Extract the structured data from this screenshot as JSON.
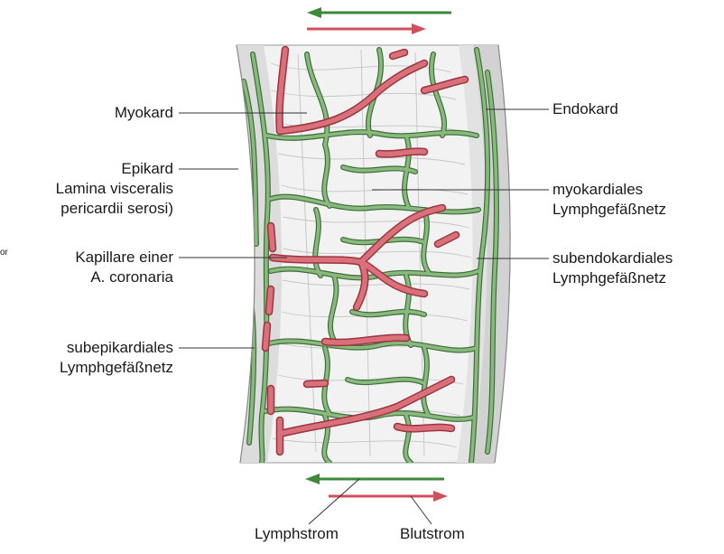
{
  "labels": {
    "myokard": "Myokard",
    "epikard_1": "Epikard",
    "epikard_2": "Lamina visceralis",
    "epikard_3": "pericardii serosi)",
    "kapillare_1": "Kapillare einer",
    "kapillare_2": "A. coronaria",
    "subepi_1": "subepikardiales",
    "subepi_2": "Lymphgefäßnetz",
    "endokard": "Endokard",
    "myo_net_1": "myokardiales",
    "myo_net_2": "Lymphgefäßnetz",
    "subendo_1": "subendokardiales",
    "subendo_2": "Lymphgefäßnetz",
    "lymphstrom": "Lymphstrom",
    "blutstrom": "Blutstrom",
    "cut_left": "or"
  },
  "colors": {
    "lymph_fill": "#8ab97e",
    "lymph_stroke": "#3c6e38",
    "blood_fill": "#d9707a",
    "blood_stroke": "#9b3541",
    "epicardium": "#dcdcdc",
    "myocardium": "#f2f2f2",
    "fiber": "#bdbdbd",
    "arrow_green": "#3c8a3a",
    "arrow_red": "#d0505a"
  }
}
